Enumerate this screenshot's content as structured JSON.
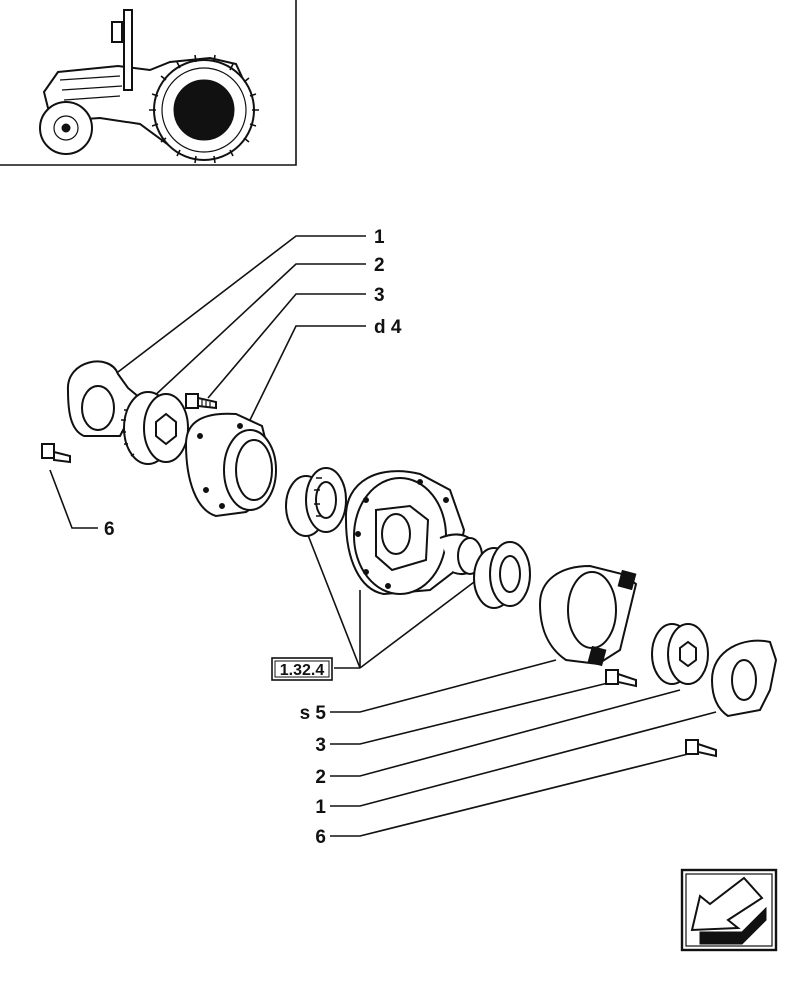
{
  "callouts": {
    "upper": [
      {
        "label": "1"
      },
      {
        "label": "2"
      },
      {
        "label": "3"
      },
      {
        "label": "d 4"
      },
      {
        "label": "6"
      }
    ],
    "lower": [
      {
        "label": "s 5"
      },
      {
        "label": "3"
      },
      {
        "label": "2"
      },
      {
        "label": "1"
      },
      {
        "label": "6"
      }
    ]
  },
  "reference_box": {
    "label": "1.32.4"
  },
  "icons": {
    "thumbnail": "tractor-thumbnail-icon",
    "nav": "navigation-arrow-icon"
  }
}
